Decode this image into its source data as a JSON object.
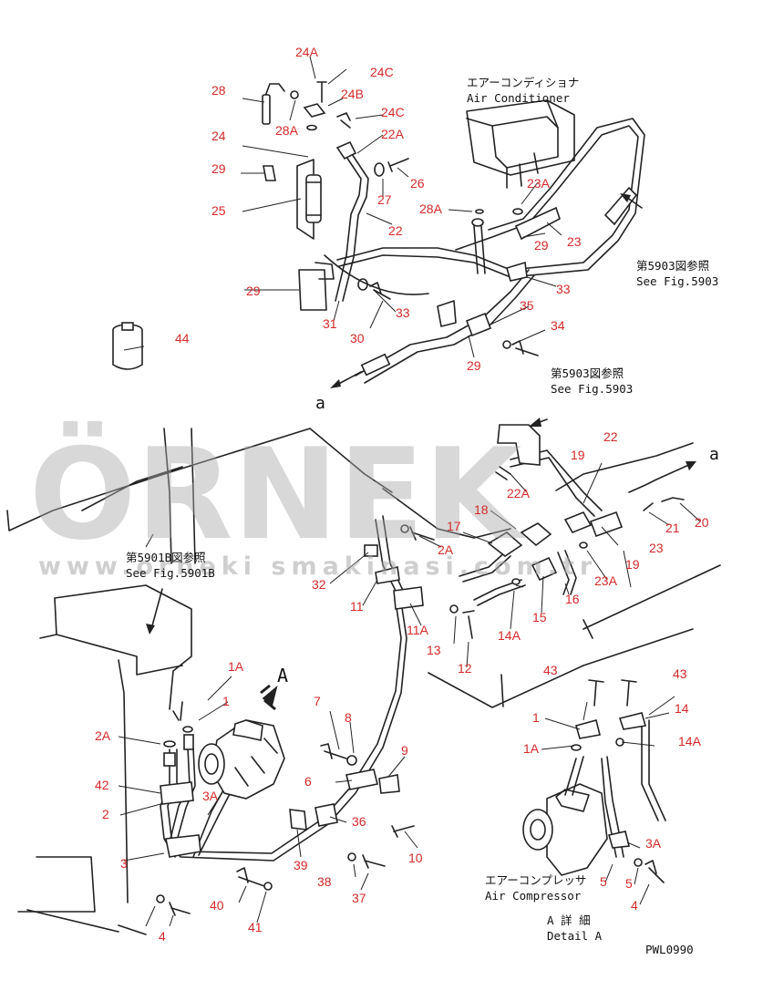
{
  "notes": {
    "air_conditioner_jp": "エアーコンディショナ",
    "air_conditioner_en": "Air Conditioner",
    "see_5903_top_jp": "第5903図参照",
    "see_5903_top_en": "See Fig.5903",
    "see_5903_mid_jp": "第5903図参照",
    "see_5903_mid_en": "See Fig.5903",
    "see_5901b_jp": "第5901B図参照",
    "see_5901b_en": "See Fig.5901B",
    "compressor_jp": "エアーコンプレッサ",
    "compressor_en": "Air Compressor",
    "detail_jp": "A 詳 細",
    "detail_en": "Detail A",
    "view_A": "A",
    "ref_a_left": "a",
    "ref_a_right": "a",
    "drawing_no": "PWL0990"
  },
  "watermark": {
    "brand": "ÖRNEK",
    "url": "www.orneki smakinasi.com.tr"
  },
  "labels": [
    {
      "id": "24A",
      "text": "24A"
    },
    {
      "id": "24C-1",
      "text": "24C"
    },
    {
      "id": "24B",
      "text": "24B"
    },
    {
      "id": "28",
      "text": "28"
    },
    {
      "id": "28A-1",
      "text": "28A"
    },
    {
      "id": "24C-2",
      "text": "24C"
    },
    {
      "id": "22A-1",
      "text": "22A"
    },
    {
      "id": "24",
      "text": "24"
    },
    {
      "id": "29-1",
      "text": "29"
    },
    {
      "id": "27",
      "text": "27"
    },
    {
      "id": "26",
      "text": "26"
    },
    {
      "id": "25",
      "text": "25"
    },
    {
      "id": "22-1",
      "text": "22"
    },
    {
      "id": "28A-2",
      "text": "28A"
    },
    {
      "id": "23A-1",
      "text": "23A"
    },
    {
      "id": "29-2",
      "text": "29"
    },
    {
      "id": "23-1",
      "text": "23"
    },
    {
      "id": "29-3",
      "text": "29"
    },
    {
      "id": "31",
      "text": "31"
    },
    {
      "id": "33-1",
      "text": "33"
    },
    {
      "id": "33-2",
      "text": "33"
    },
    {
      "id": "35",
      "text": "35"
    },
    {
      "id": "30",
      "text": "30"
    },
    {
      "id": "34",
      "text": "34"
    },
    {
      "id": "44",
      "text": "44"
    },
    {
      "id": "29-4",
      "text": "29"
    },
    {
      "id": "22-2",
      "text": "22"
    },
    {
      "id": "19-1",
      "text": "19"
    },
    {
      "id": "22A-2",
      "text": "22A"
    },
    {
      "id": "18",
      "text": "18"
    },
    {
      "id": "17",
      "text": "17"
    },
    {
      "id": "2A-1",
      "text": "2A"
    },
    {
      "id": "21",
      "text": "21"
    },
    {
      "id": "20",
      "text": "20"
    },
    {
      "id": "23-2",
      "text": "23"
    },
    {
      "id": "19-2",
      "text": "19"
    },
    {
      "id": "32",
      "text": "32"
    },
    {
      "id": "23A-2",
      "text": "23A"
    },
    {
      "id": "16",
      "text": "16"
    },
    {
      "id": "11",
      "text": "11"
    },
    {
      "id": "15",
      "text": "15"
    },
    {
      "id": "11A",
      "text": "11A"
    },
    {
      "id": "14A-1",
      "text": "14A"
    },
    {
      "id": "13",
      "text": "13"
    },
    {
      "id": "12",
      "text": "12"
    },
    {
      "id": "1A-1",
      "text": "1A"
    },
    {
      "id": "43-1",
      "text": "43"
    },
    {
      "id": "43-2",
      "text": "43"
    },
    {
      "id": "1-1",
      "text": "1"
    },
    {
      "id": "7",
      "text": "7"
    },
    {
      "id": "14",
      "text": "14"
    },
    {
      "id": "2A-2",
      "text": "2A"
    },
    {
      "id": "8",
      "text": "8"
    },
    {
      "id": "1-2",
      "text": "1"
    },
    {
      "id": "1A-2",
      "text": "1A"
    },
    {
      "id": "14A-2",
      "text": "14A"
    },
    {
      "id": "9",
      "text": "9"
    },
    {
      "id": "6",
      "text": "6"
    },
    {
      "id": "42",
      "text": "42"
    },
    {
      "id": "3A-1",
      "text": "3A"
    },
    {
      "id": "2",
      "text": "2"
    },
    {
      "id": "36",
      "text": "36"
    },
    {
      "id": "3A-2",
      "text": "3A"
    },
    {
      "id": "3",
      "text": "3"
    },
    {
      "id": "39",
      "text": "39"
    },
    {
      "id": "10",
      "text": "10"
    },
    {
      "id": "38",
      "text": "38"
    },
    {
      "id": "5-1",
      "text": "5"
    },
    {
      "id": "37",
      "text": "37"
    },
    {
      "id": "40",
      "text": "40"
    },
    {
      "id": "5-2",
      "text": "5"
    },
    {
      "id": "4-1",
      "text": "4"
    },
    {
      "id": "4-2",
      "text": "4"
    },
    {
      "id": "41",
      "text": "41"
    }
  ]
}
